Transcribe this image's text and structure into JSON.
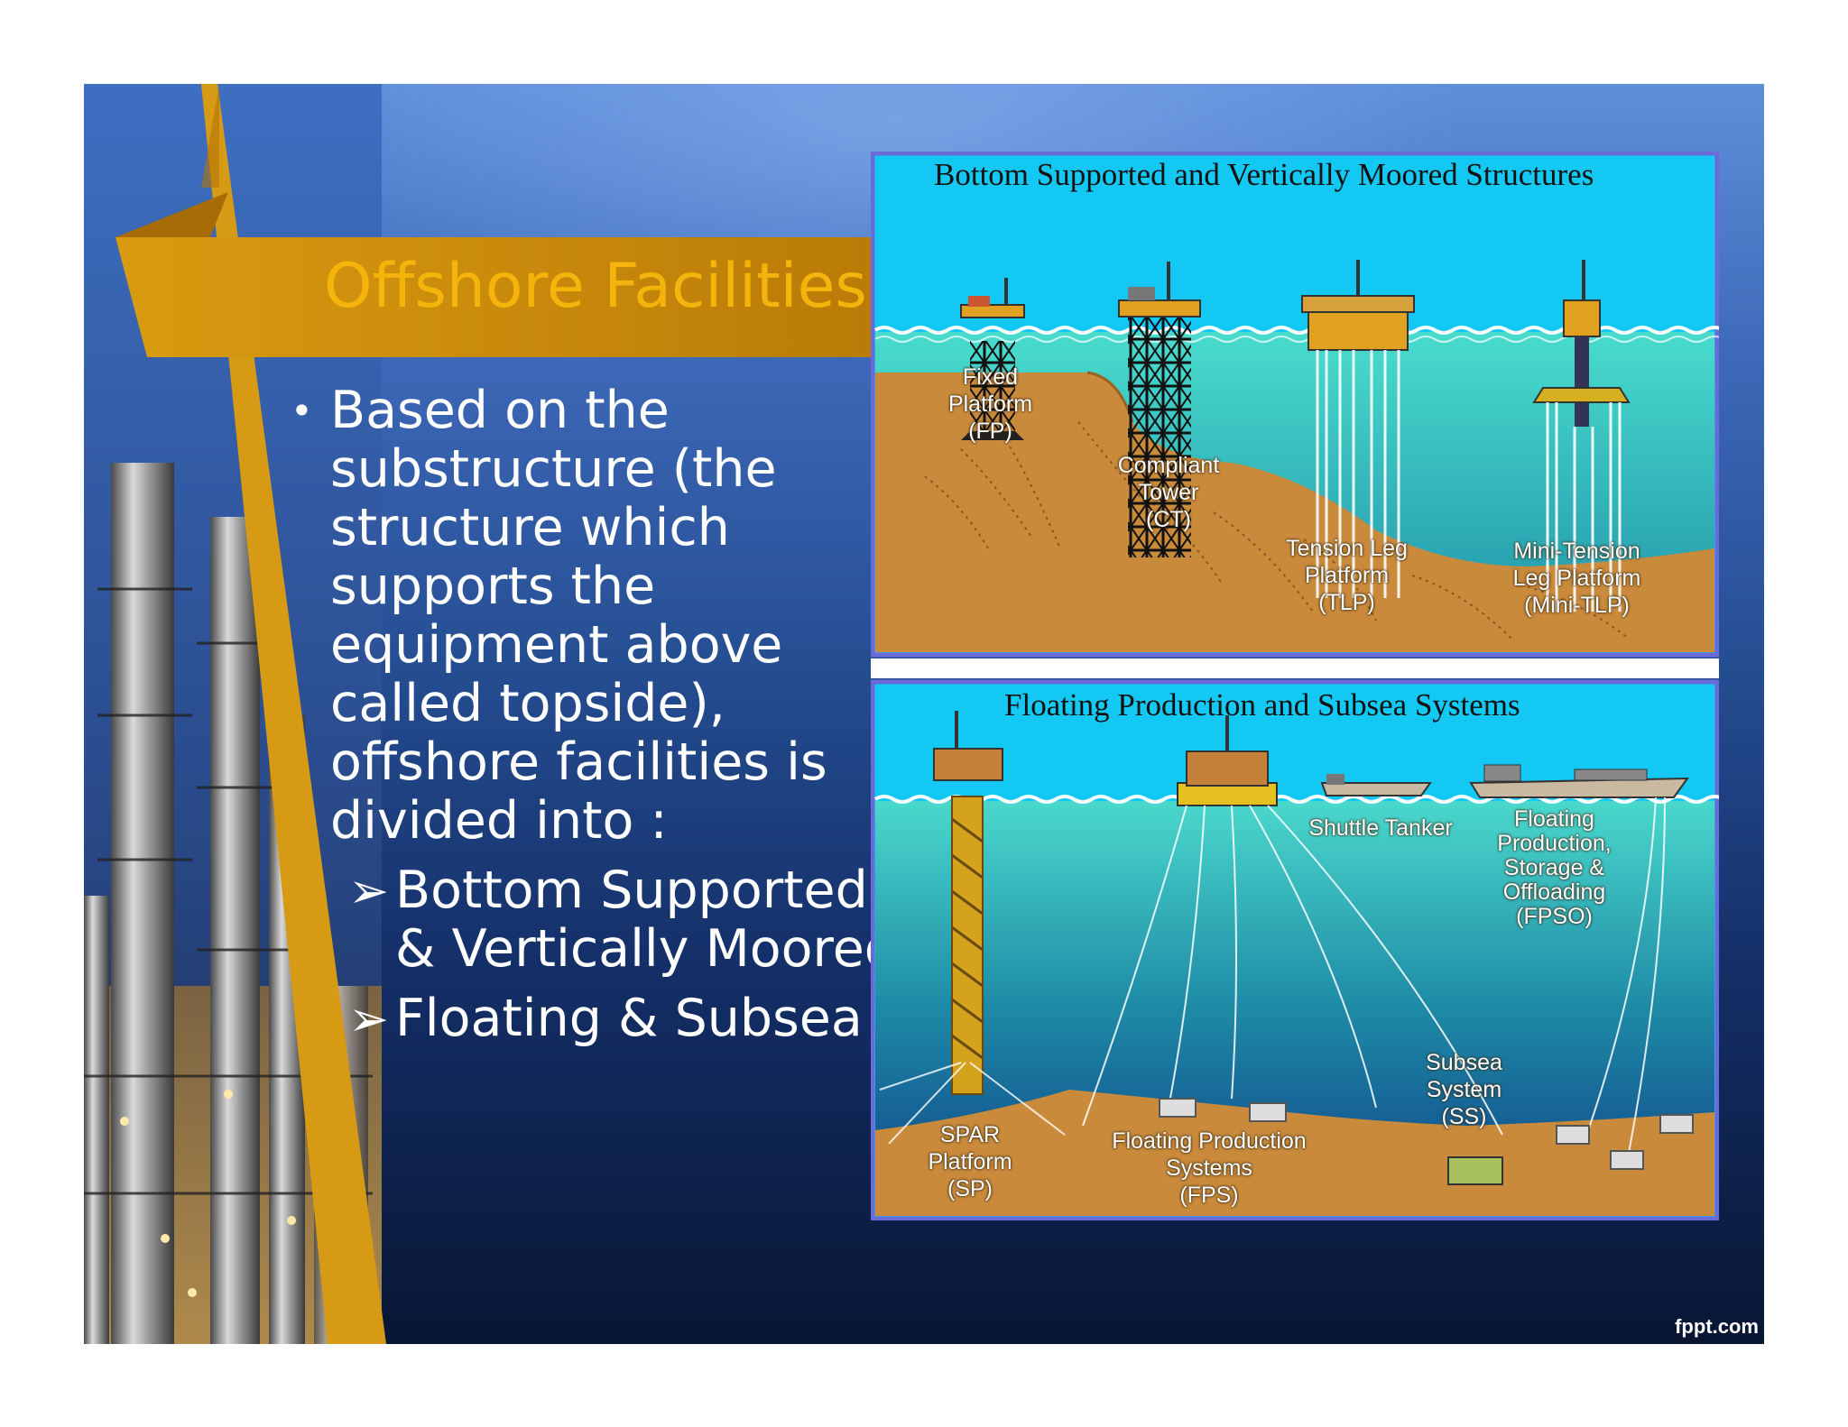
{
  "slide": {
    "title": "Offshore Facilities",
    "bullet_symbol": "•",
    "bullet_text": "Based on the substructure (the structure which supports the equipment above called topside), offshore facilities is divided into :",
    "sub_arrow": "➢",
    "sub_items": [
      {
        "label": "Bottom Supported & Vertically Moored"
      },
      {
        "label": "Floating & Subsea"
      }
    ],
    "footer": "fppt.com"
  },
  "figure": {
    "top_panel": {
      "title": "Bottom Supported and Vertically Moored Structures",
      "labels": {
        "fp": [
          "Fixed",
          "Platform",
          "(FP)"
        ],
        "ct": [
          "Compliant",
          "Tower",
          "(CT)"
        ],
        "tlp": [
          "Tension Leg",
          "Platform",
          "(TLP)"
        ],
        "mtlp": [
          "Mini-Tension",
          "Leg Platform",
          "(Mini-TLP)"
        ]
      }
    },
    "bottom_panel": {
      "title": "Floating Production and Subsea Systems",
      "labels": {
        "shuttle": [
          "Shuttle Tanker"
        ],
        "fpso": [
          "Floating",
          "Production,",
          "Storage &",
          "Offloading",
          "(FPSO)"
        ],
        "ss": [
          "Subsea",
          "System",
          "(SS)"
        ],
        "spar": [
          "SPAR",
          "Platform",
          "(SP)"
        ],
        "fps": [
          "Floating Production",
          "Systems",
          "(FPS)"
        ]
      }
    }
  },
  "colors": {
    "title_gold": "#f4b40b",
    "gold_band": "#c98a0c",
    "panel_border": "#6a6ad8",
    "sky_cyan": "#13c8f2",
    "sea_teal": "#3fd6c4",
    "seabed": "#c98a3c"
  }
}
